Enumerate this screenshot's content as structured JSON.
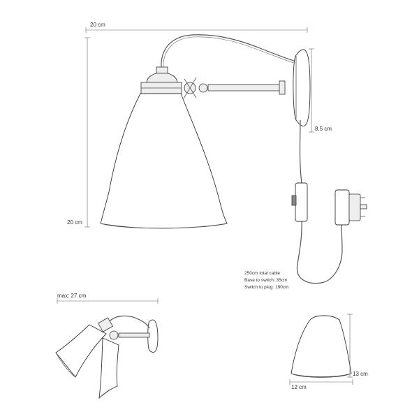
{
  "dimensions": {
    "top_width": "20 cm",
    "left_height": "20 cm",
    "right_projection": "8.5 cm",
    "max_extension": "max: 27 cm",
    "shade_width": "12 cm",
    "shade_height": "13 cm"
  },
  "cable_notes": {
    "line1": "250cm total cable",
    "line2": "Base to switch: 35cm",
    "line3": "Switch to plug: 190cm"
  },
  "colors": {
    "line": "#555555",
    "outline": "#333333",
    "metal_fill": "#eeeeee"
  }
}
